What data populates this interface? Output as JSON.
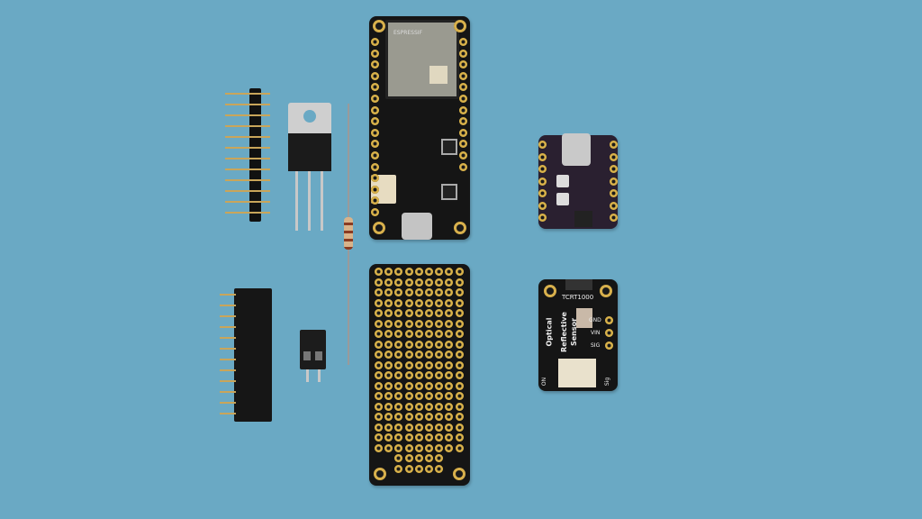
{
  "photo": {
    "background_color": "#6aa9c4",
    "feather": {
      "module_brand": "ESPRESSIF"
    },
    "sensor_board": {
      "part": "TCRT1000",
      "title_line1": "Optical",
      "title_line2": "Reflective",
      "title_line3": "Sensor",
      "pins": [
        "GND",
        "VIN",
        "SIG"
      ],
      "on_label": "ON",
      "sig_label": "Sig"
    },
    "counts": {
      "male_header_pins": 12,
      "female_header_pins": 12,
      "proto_cols": 9,
      "proto_rows": 20
    }
  }
}
